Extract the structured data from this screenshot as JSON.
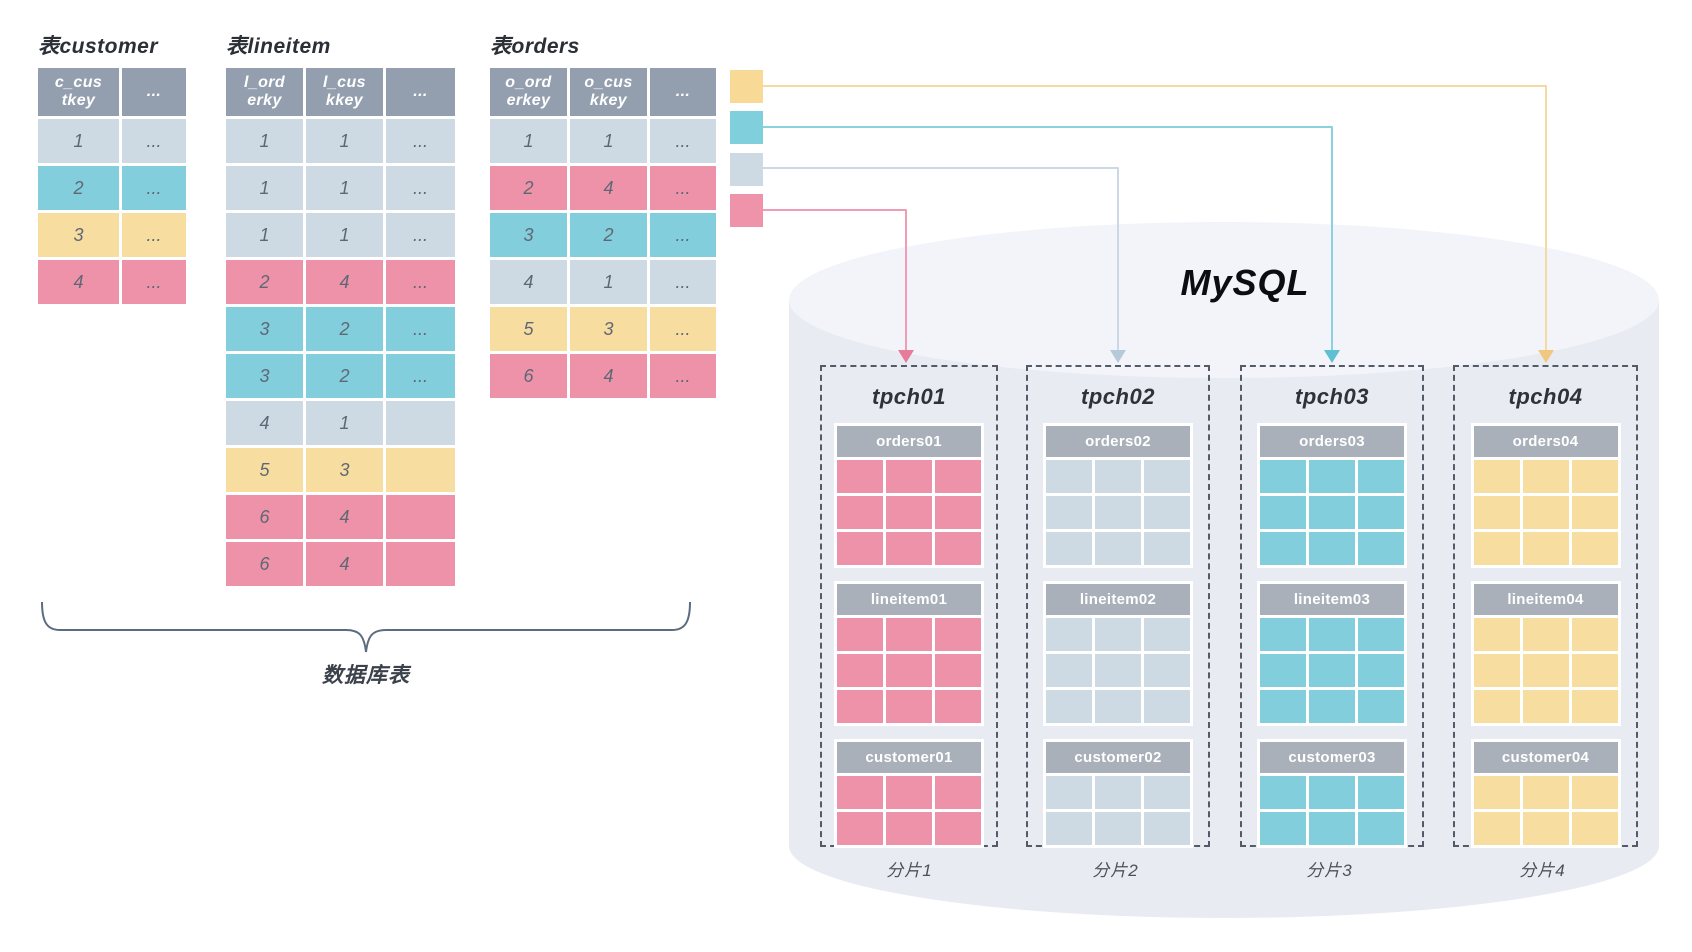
{
  "diagram": {
    "mysql_label": "MySQL",
    "brace_label": "数据库表",
    "colors": {
      "pink": "#ee92a9",
      "cyan": "#82cedc",
      "light": "#cdd9e3",
      "yellow": "#f8dda1",
      "header_slate": "#939eae",
      "shard_header": "#a9b0ba",
      "cylinder_body": "#e8ebf2",
      "cylinder_lid": "#f2f4f9",
      "brace": "#5b6b80"
    }
  },
  "source_tables": [
    {
      "id": "customer",
      "title": "表customer",
      "headers": [
        "c_cus\ntkey",
        "..."
      ],
      "rows": [
        {
          "cells": [
            "1",
            "..."
          ],
          "color": "light"
        },
        {
          "cells": [
            "2",
            "..."
          ],
          "color": "cyan"
        },
        {
          "cells": [
            "3",
            "..."
          ],
          "color": "yellow"
        },
        {
          "cells": [
            "4",
            "..."
          ],
          "color": "pink"
        }
      ]
    },
    {
      "id": "lineitem",
      "title": "表lineitem",
      "headers": [
        "l_ord\nerky",
        "l_cus\nkkey",
        "..."
      ],
      "rows": [
        {
          "cells": [
            "1",
            "1",
            "..."
          ],
          "color": "light"
        },
        {
          "cells": [
            "1",
            "1",
            "..."
          ],
          "color": "light"
        },
        {
          "cells": [
            "1",
            "1",
            "..."
          ],
          "color": "light"
        },
        {
          "cells": [
            "2",
            "4",
            "..."
          ],
          "color": "pink"
        },
        {
          "cells": [
            "3",
            "2",
            "..."
          ],
          "color": "cyan"
        },
        {
          "cells": [
            "3",
            "2",
            "..."
          ],
          "color": "cyan"
        },
        {
          "cells": [
            "4",
            "1",
            ""
          ],
          "color": "light"
        },
        {
          "cells": [
            "5",
            "3",
            ""
          ],
          "color": "yellow"
        },
        {
          "cells": [
            "6",
            "4",
            ""
          ],
          "color": "pink"
        },
        {
          "cells": [
            "6",
            "4",
            ""
          ],
          "color": "pink"
        }
      ]
    },
    {
      "id": "orders",
      "title": "表orders",
      "headers": [
        "o_ord\nerkey",
        "o_cus\nkkey",
        "..."
      ],
      "rows": [
        {
          "cells": [
            "1",
            "1",
            "..."
          ],
          "color": "light"
        },
        {
          "cells": [
            "2",
            "4",
            "..."
          ],
          "color": "pink"
        },
        {
          "cells": [
            "3",
            "2",
            "..."
          ],
          "color": "cyan"
        },
        {
          "cells": [
            "4",
            "1",
            "..."
          ],
          "color": "light"
        },
        {
          "cells": [
            "5",
            "3",
            "..."
          ],
          "color": "yellow"
        },
        {
          "cells": [
            "6",
            "4",
            "..."
          ],
          "color": "pink"
        }
      ]
    }
  ],
  "legend": [
    {
      "name": "to-tpch04",
      "color": "yellow",
      "square": "#f8d995",
      "line": "#f6d99f",
      "head": "#f0c87f"
    },
    {
      "name": "to-tpch03",
      "color": "cyan",
      "square": "#7fcfdd",
      "line": "#8ad2de",
      "head": "#5fc0d3"
    },
    {
      "name": "to-tpch02",
      "color": "light",
      "square": "#cdd9e3",
      "line": "#ccd9e4",
      "head": "#b5c9d8"
    },
    {
      "name": "to-tpch01",
      "color": "pink",
      "square": "#ee93aa",
      "line": "#f09cb4",
      "head": "#e87b9b"
    }
  ],
  "shards": [
    {
      "name": "tpch01",
      "label": "分片1",
      "color": "pink",
      "tables": [
        {
          "name": "orders01",
          "rows": 3,
          "cols": 3
        },
        {
          "name": "lineitem01",
          "rows": 3,
          "cols": 3
        },
        {
          "name": "customer01",
          "rows": 2,
          "cols": 3
        }
      ]
    },
    {
      "name": "tpch02",
      "label": "分片2",
      "color": "light",
      "tables": [
        {
          "name": "orders02",
          "rows": 3,
          "cols": 3
        },
        {
          "name": "lineitem02",
          "rows": 3,
          "cols": 3
        },
        {
          "name": "customer02",
          "rows": 2,
          "cols": 3
        }
      ]
    },
    {
      "name": "tpch03",
      "label": "分片3",
      "color": "cyan",
      "tables": [
        {
          "name": "orders03",
          "rows": 3,
          "cols": 3
        },
        {
          "name": "lineitem03",
          "rows": 3,
          "cols": 3
        },
        {
          "name": "customer03",
          "rows": 2,
          "cols": 3
        }
      ]
    },
    {
      "name": "tpch04",
      "label": "分片4",
      "color": "yellow",
      "tables": [
        {
          "name": "orders04",
          "rows": 3,
          "cols": 3
        },
        {
          "name": "lineitem04",
          "rows": 3,
          "cols": 3
        },
        {
          "name": "customer04",
          "rows": 2,
          "cols": 3
        }
      ]
    }
  ]
}
